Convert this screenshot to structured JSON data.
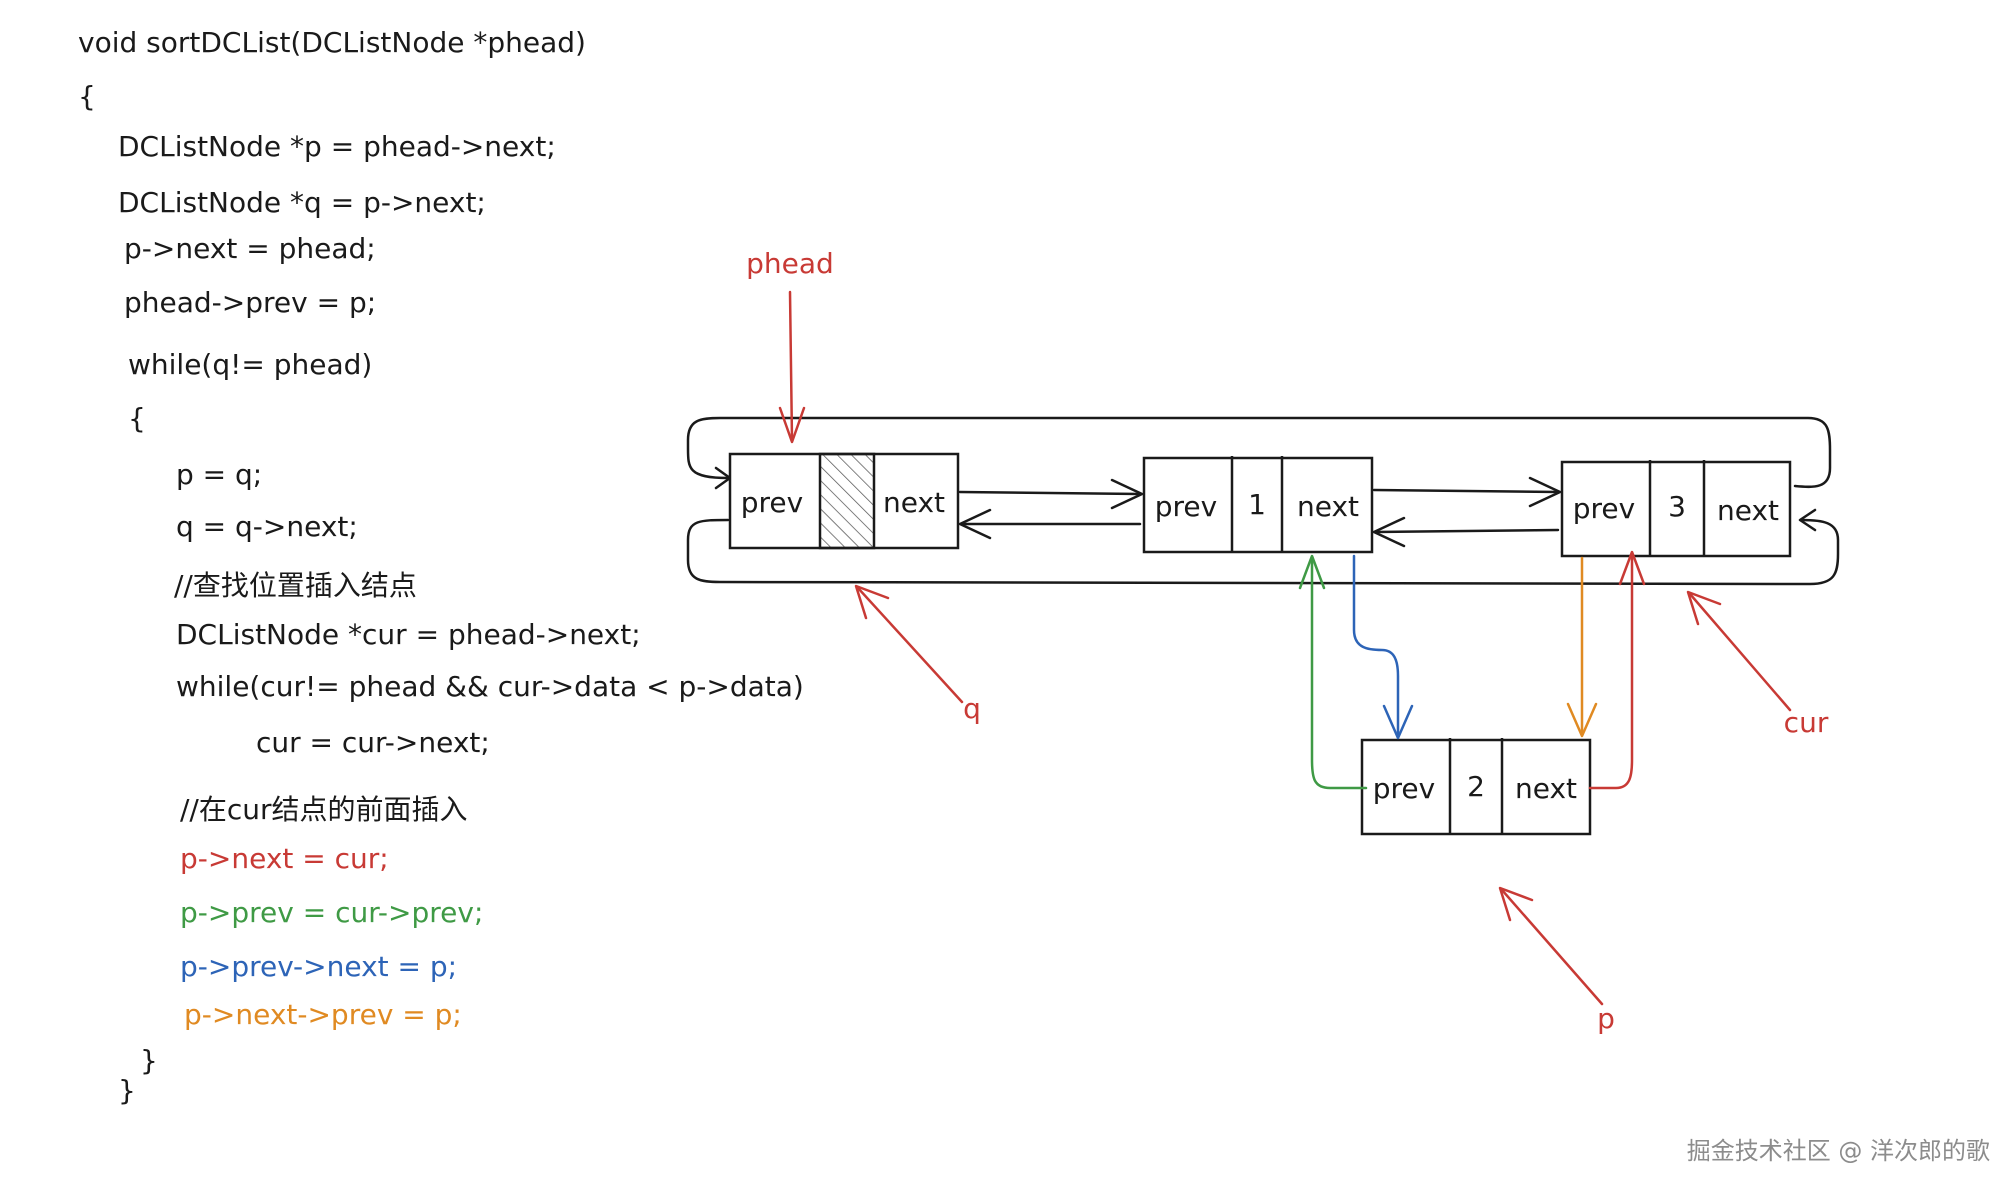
{
  "code": {
    "lines": [
      "void sortDCList(DCListNode *phead)",
      "{",
      "DCListNode *p = phead->next;",
      "DCListNode *q = p->next;",
      "p->next = phead;",
      "phead->prev = p;",
      "while(q!= phead)",
      "{",
      "p = q;",
      "q = q->next;",
      "//查找位置插入结点",
      "DCListNode *cur = phead->next;",
      "while(cur!= phead && cur->data < p->data)",
      "cur = cur->next;",
      "//在cur结点的前面插入",
      "p->next = cur;",
      "p->prev = cur->prev;",
      "p->prev->next = p;",
      "p->next->prev = p;",
      "}",
      "}"
    ]
  },
  "diagram": {
    "nodes": [
      {
        "prev": "prev",
        "data": "",
        "next": "next"
      },
      {
        "prev": "prev",
        "data": "1",
        "next": "next"
      },
      {
        "prev": "prev",
        "data": "3",
        "next": "next"
      },
      {
        "prev": "prev",
        "data": "2",
        "next": "next"
      }
    ],
    "pointer_labels": {
      "phead": "phead",
      "q": "q",
      "cur": "cur",
      "p": "p"
    }
  },
  "colors": {
    "text": "#1a1a1a",
    "red": "#c83a35",
    "green": "#3f9a45",
    "blue": "#2d64b7",
    "orange": "#e08a22",
    "watermark": "#8c8c8c"
  },
  "watermark": "掘金技术社区 @ 洋次郎的歌"
}
